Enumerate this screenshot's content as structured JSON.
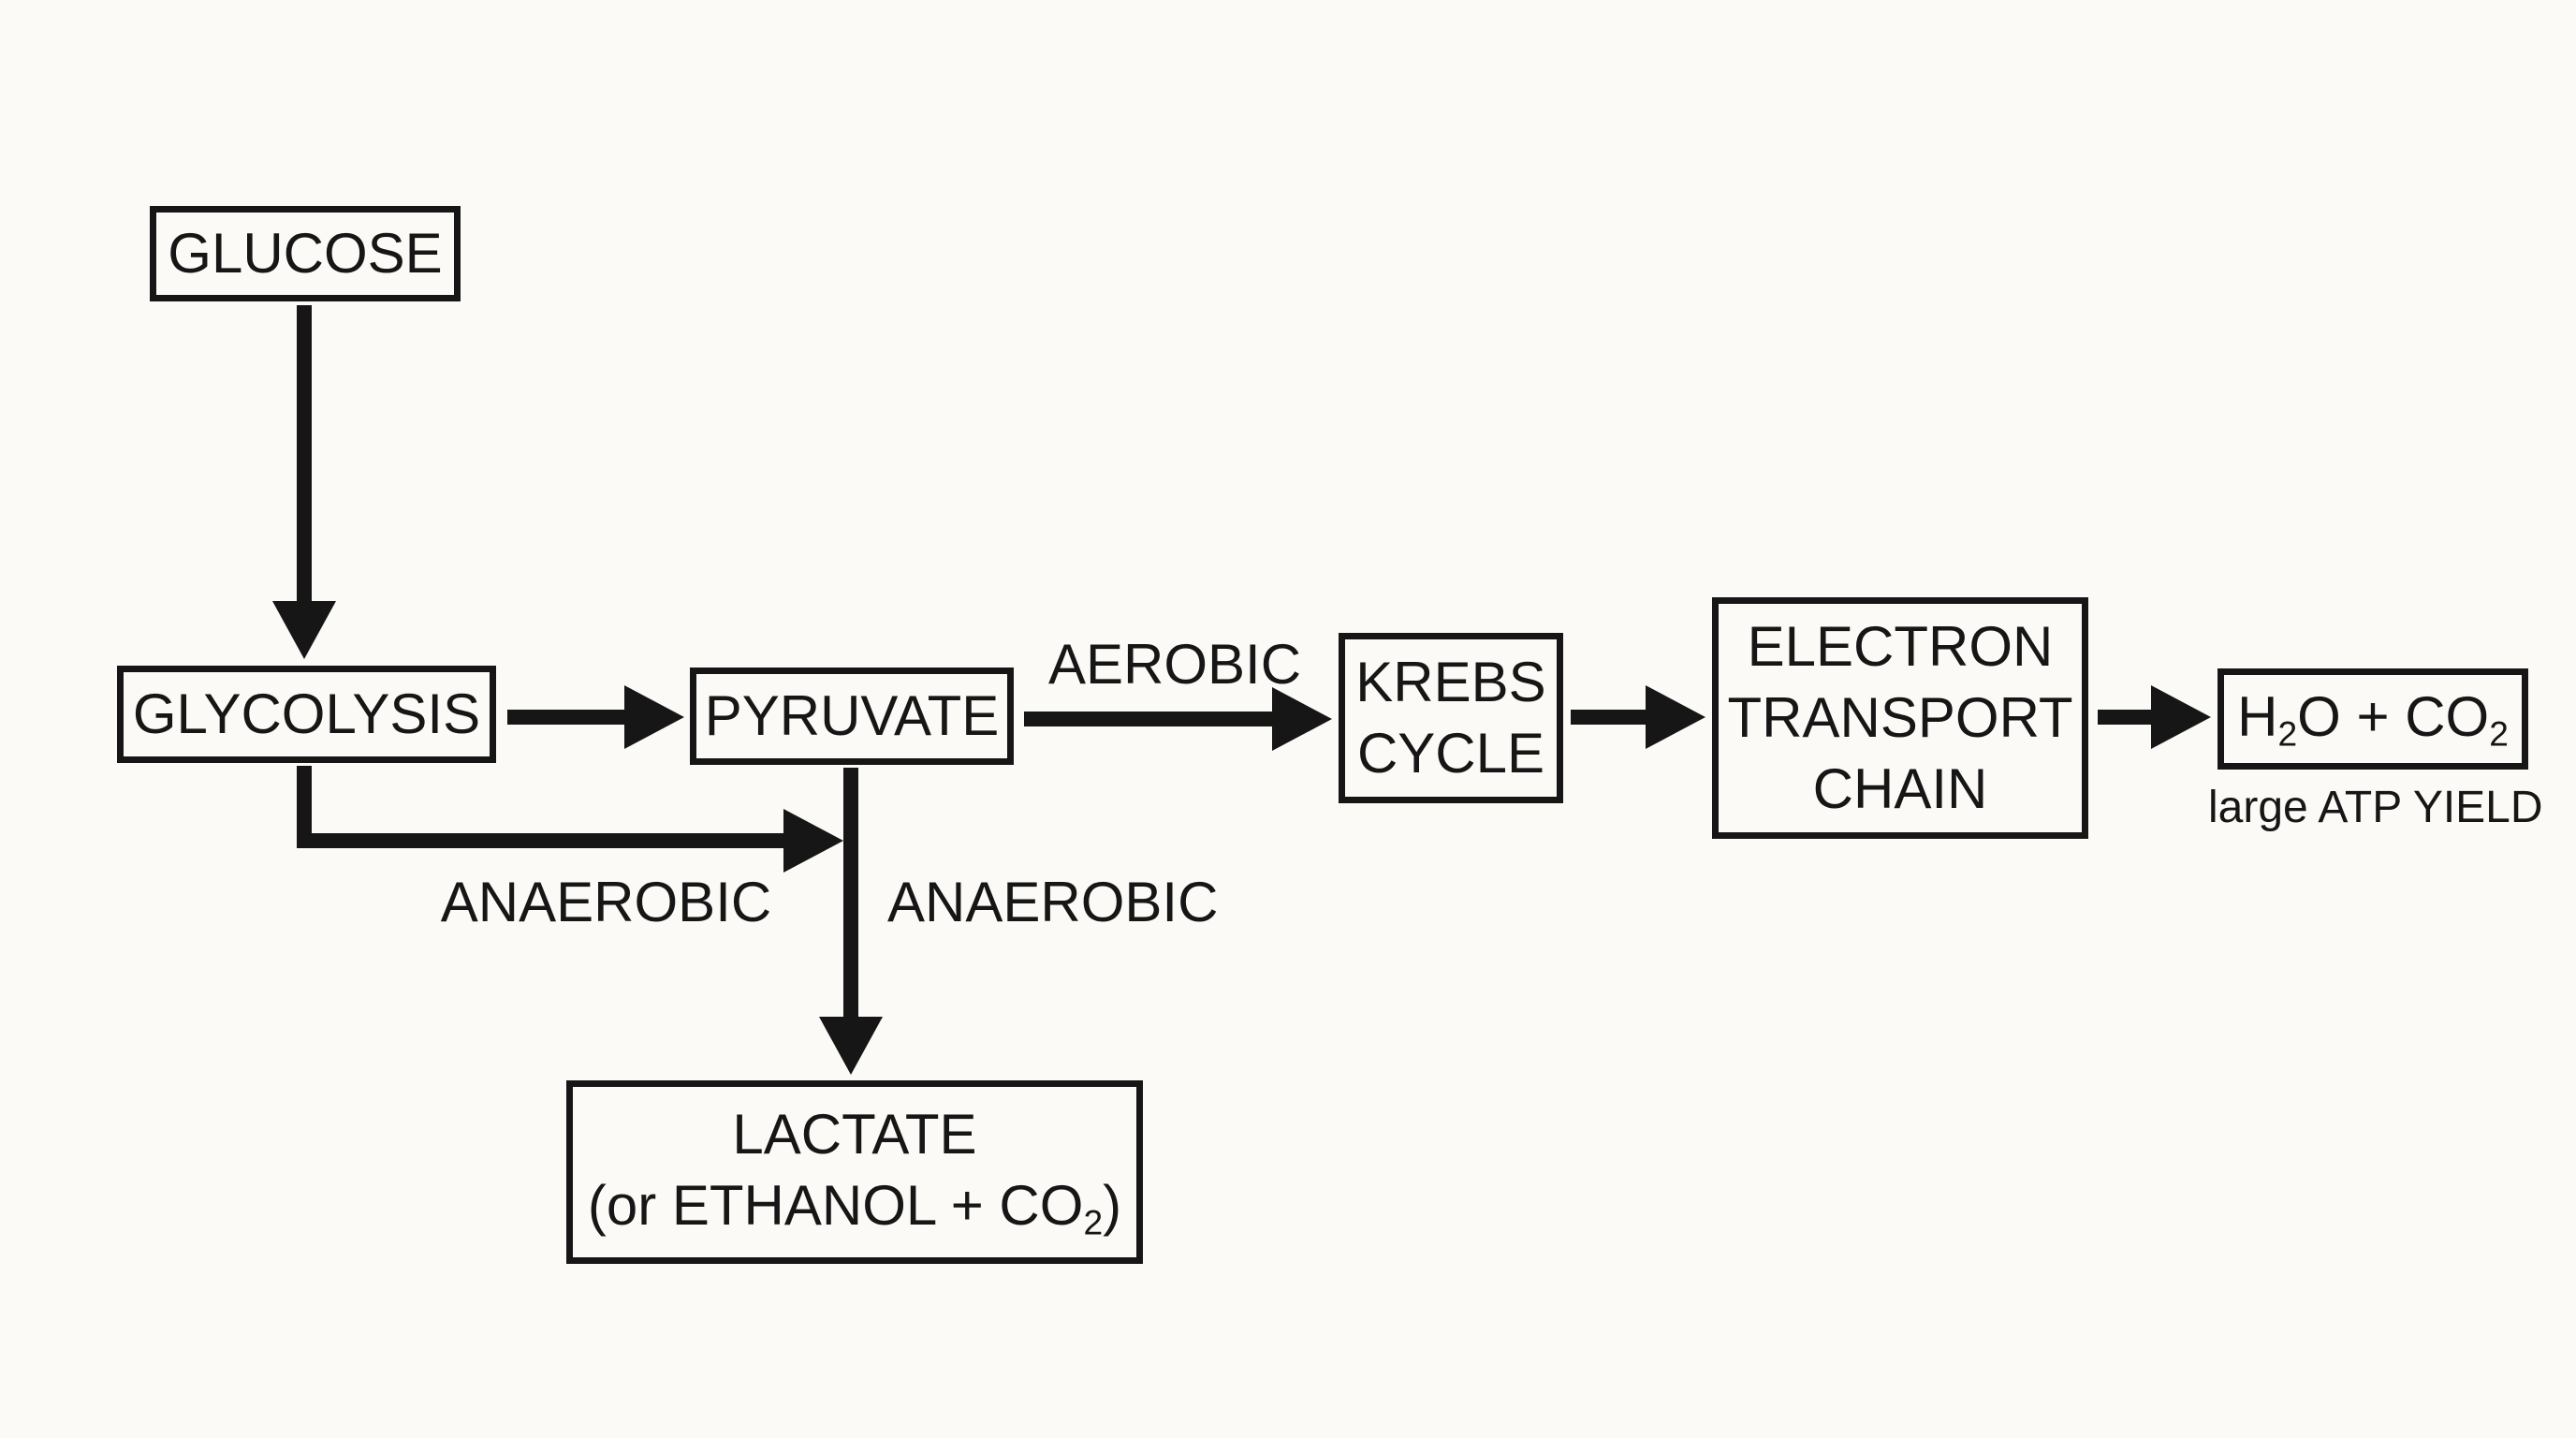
{
  "canvas": {
    "background": "#fbfaf6",
    "ink": "#161616"
  },
  "nodes": {
    "glucose": {
      "label": "GLUCOSE"
    },
    "glycolysis": {
      "label": "GLYCOLYSIS"
    },
    "pyruvate": {
      "label": "PYRUVATE"
    },
    "krebs_cycle": {
      "line1": "KREBS",
      "line2": "CYCLE"
    },
    "electron_transport_chain": {
      "line1": "ELECTRON",
      "line2": "TRANSPORT",
      "line3": "CHAIN"
    },
    "water_co2": {
      "part1": "H",
      "sub1": "2",
      "part2": "O + CO",
      "sub2": "2"
    },
    "lactate": {
      "line1": "LACTATE",
      "line2_pre": "(or ETHANOL + CO",
      "line2_sub": "2",
      "line2_post": ")"
    }
  },
  "labels": {
    "aerobic": "AEROBIC",
    "anaerobic_left": "ANAEROBIC",
    "anaerobic_right": "ANAEROBIC",
    "atp_yield": "large ATP YIELD"
  }
}
